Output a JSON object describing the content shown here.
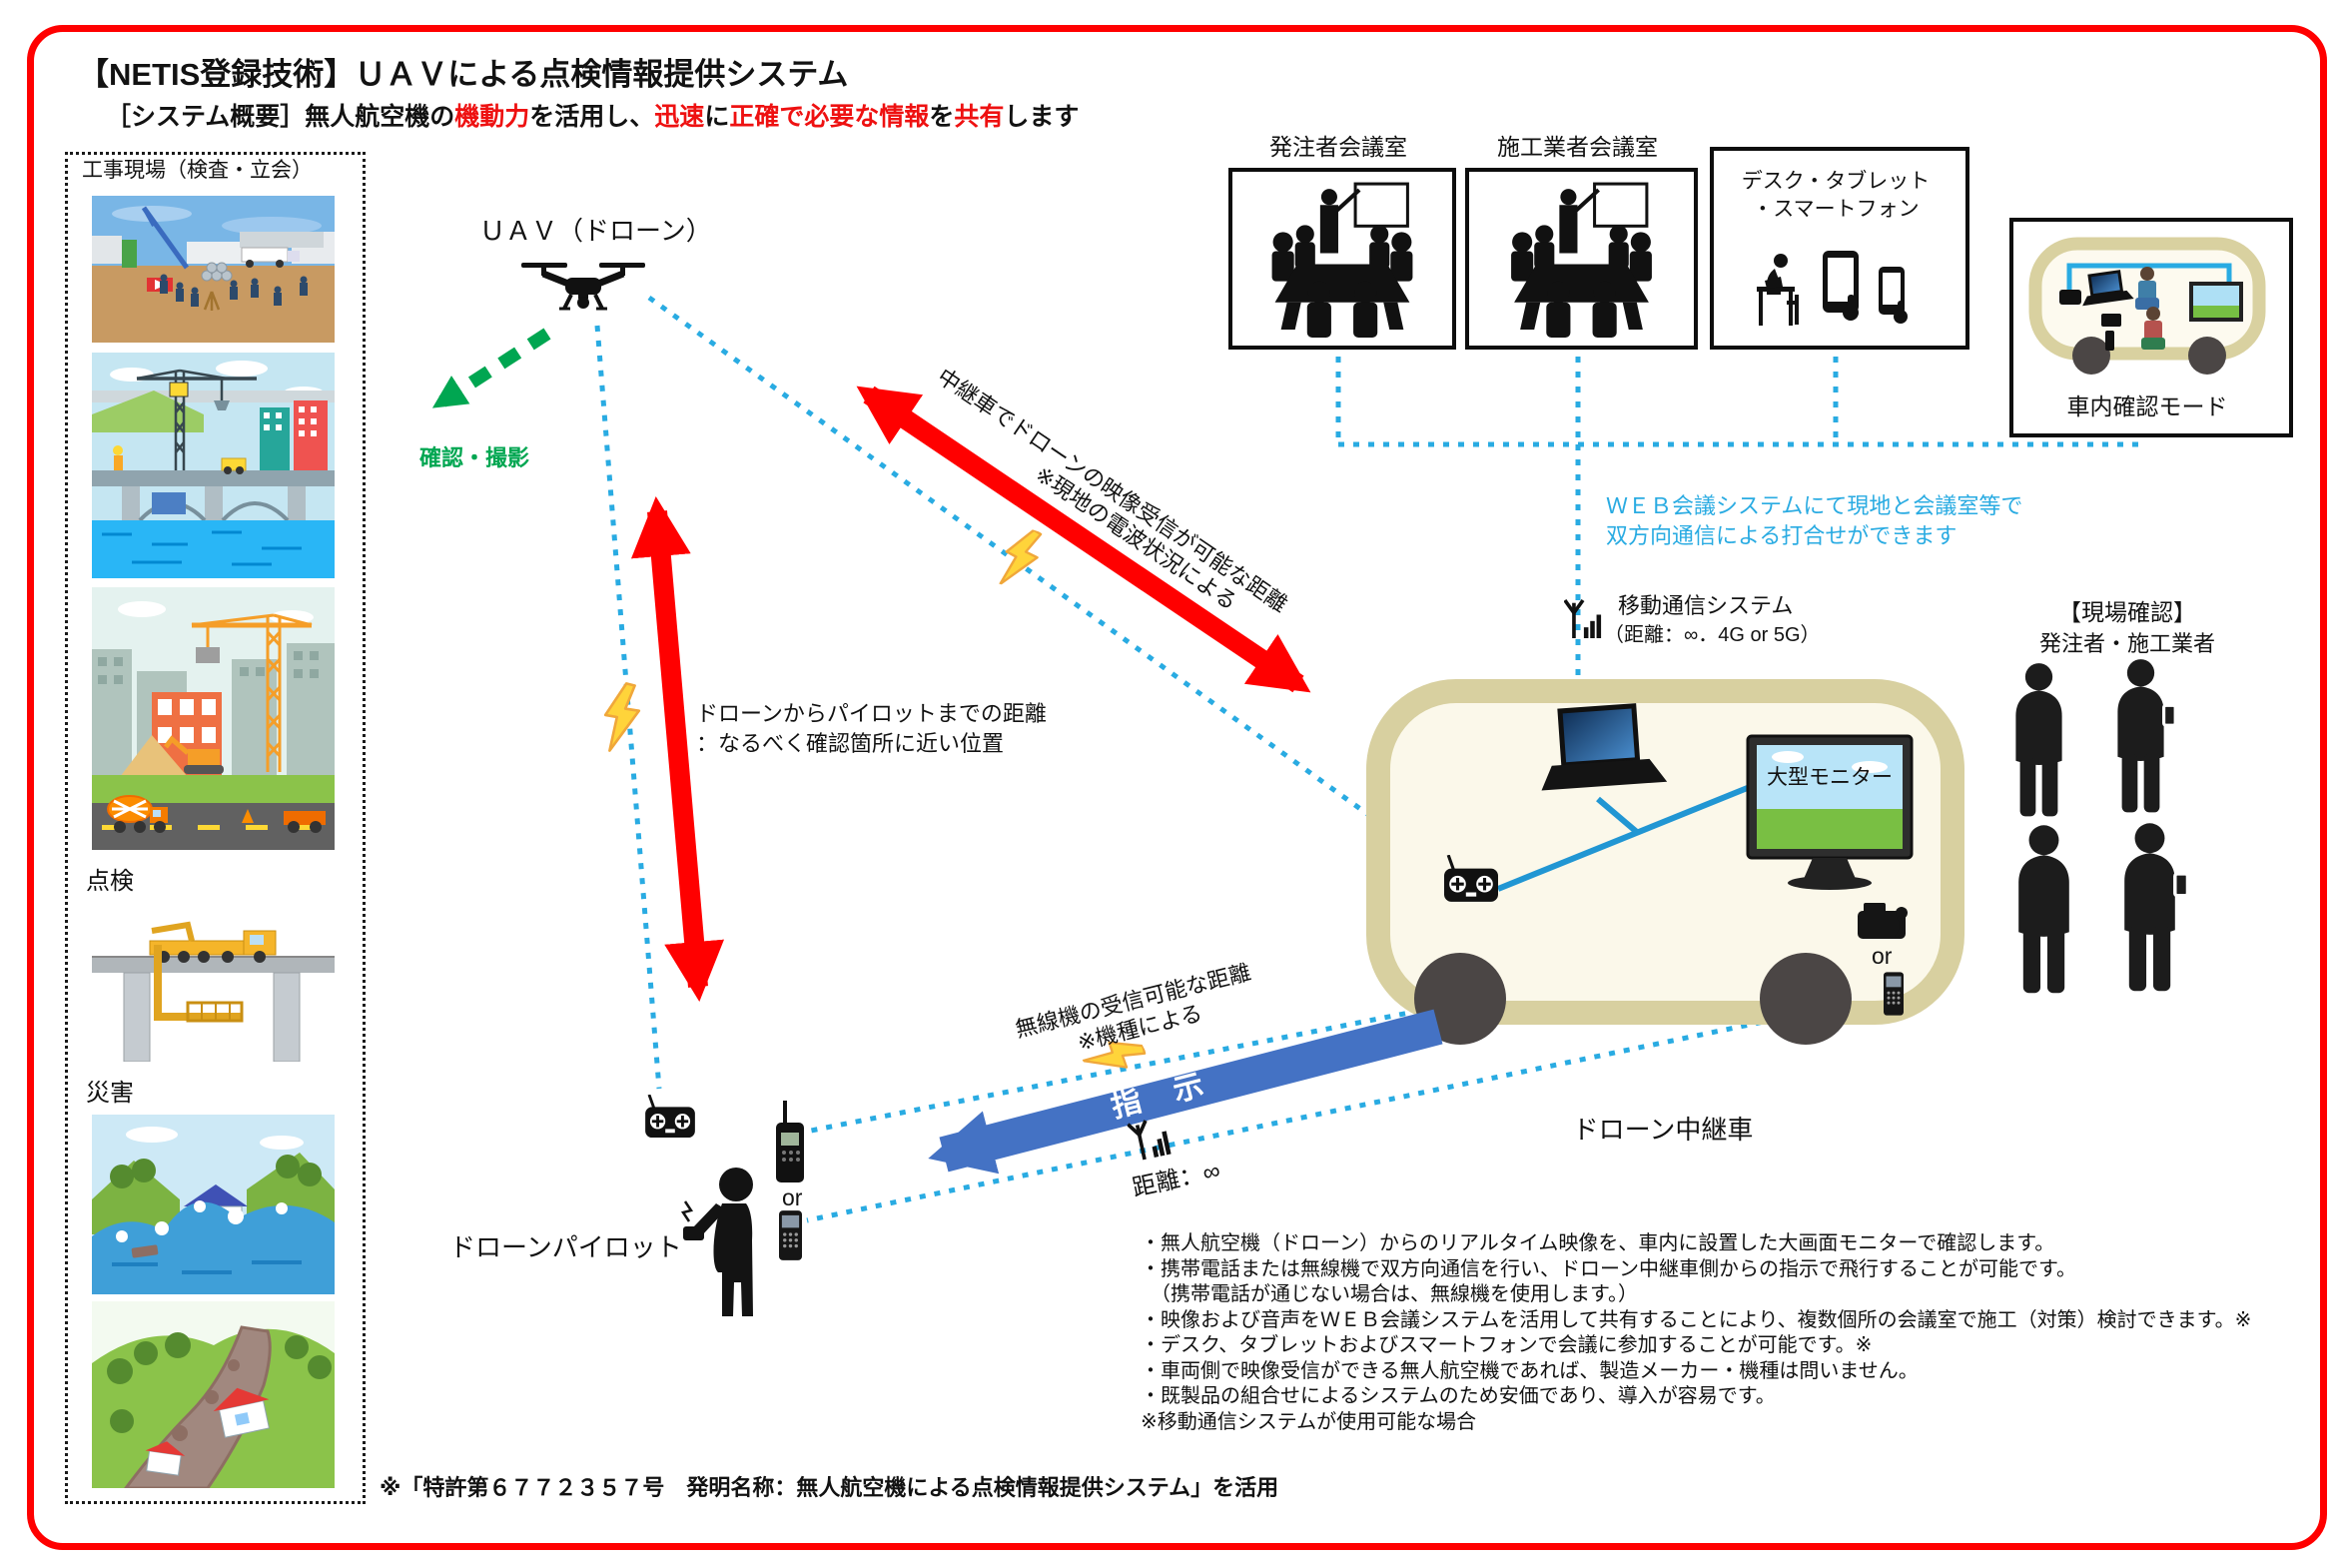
{
  "page": {
    "title": "【NETIS登録技術】ＵＡＶによる点検情報提供システム",
    "subtitle": [
      {
        "text": "［システム概要］無人航空機の",
        "red": false
      },
      {
        "text": "機動力",
        "red": true
      },
      {
        "text": "を活用し、",
        "red": false
      },
      {
        "text": "迅速",
        "red": true
      },
      {
        "text": "に",
        "red": false
      },
      {
        "text": "正確で必要な情報",
        "red": true
      },
      {
        "text": "を",
        "red": false
      },
      {
        "text": "共有",
        "red": true
      },
      {
        "text": "します",
        "red": false
      }
    ]
  },
  "sidebar": {
    "site_label": "工事現場（検査・立会）",
    "inspection_label": "点検",
    "disaster_label": "災害"
  },
  "uav": {
    "label": "ＵＡＶ（ドローン）",
    "action_label": "確認・撮影"
  },
  "rooms": {
    "owner_label": "発注者会議室",
    "contractor_label": "施工業者会議室",
    "desk_label_line1": "デスク・タブレット",
    "desk_label_line2": "・スマートフォン"
  },
  "car_mode": {
    "label": "車内確認モード"
  },
  "web_meeting": {
    "line1": "ＷＥＢ会議システムにて現地と会議室等で",
    "line2": "双方向通信による打合せができます"
  },
  "mobile_comm": {
    "title": "移動通信システム",
    "detail": "（距離：∞．4G or 5G）"
  },
  "site_check": {
    "title": "【現場確認】",
    "names": "発注者・施工業者"
  },
  "relay_range": {
    "line1": "中継車でドローンの映像受信が可能な距離",
    "line2": "※現地の電波状況による"
  },
  "pilot_range": {
    "line1": "ドローンからパイロットまでの距離",
    "line2": "：なるべく確認箇所に近い位置"
  },
  "radio_range": {
    "line1": "無線機の受信可能な距離",
    "line2": "※機種による"
  },
  "instruction": {
    "label": "指　示",
    "distance": "距離：∞"
  },
  "relay_truck": {
    "label": "ドローン中継車",
    "monitor_label": "大型モニター",
    "or_label": "or"
  },
  "pilot": {
    "label": "ドローンパイロット",
    "or_label": "or"
  },
  "notes": {
    "items": [
      "・無人航空機（ドローン）からのリアルタイム映像を、車内に設置した大画面モニターで確認します。",
      "・携帯電話または無線機で双方向通信を行い、ドローン中継車側からの指示で飛行することが可能です。",
      "　（携帯電話が通じない場合は、無線機を使用します。）",
      "・映像および音声をＷＥＢ会議システムを活用して共有することにより、複数個所の会議室で施工（対策）検討できます。※",
      "・デスク、タブレットおよびスマートフォンで会議に参加することが可能です。※",
      "・車両側で映像受信ができる無人航空機であれば、製造メーカー・機種は問いません。",
      "・既製品の組合せによるシステムのため安価であり、導入が容易です。",
      "※移動通信システムが使用可能な場合"
    ]
  },
  "patent": {
    "text": "※「特許第６７７２３５７号　発明名称：無人航空機による点検情報提供システム」を活用"
  },
  "icons": {
    "drone": "quadcopter-silhouette",
    "antenna": "antenna-signal",
    "lightning": "lightning-bolt",
    "remote_controller": "rc-transmitter",
    "laptop": "laptop",
    "monitor": "large-monitor",
    "radio": "vehicle-radio",
    "walkie_talkie": "handheld-radio",
    "phone": "mobile-phone",
    "person": "person-silhouette"
  },
  "colors": {
    "frame": "#ff0000",
    "highlight_text": "#ee1111",
    "link_dotted": "#29abe2",
    "arrow_red": "#ff0000",
    "arrow_blue": "#4472c4",
    "arrow_green": "#00a651",
    "web_text": "#29abe2"
  }
}
